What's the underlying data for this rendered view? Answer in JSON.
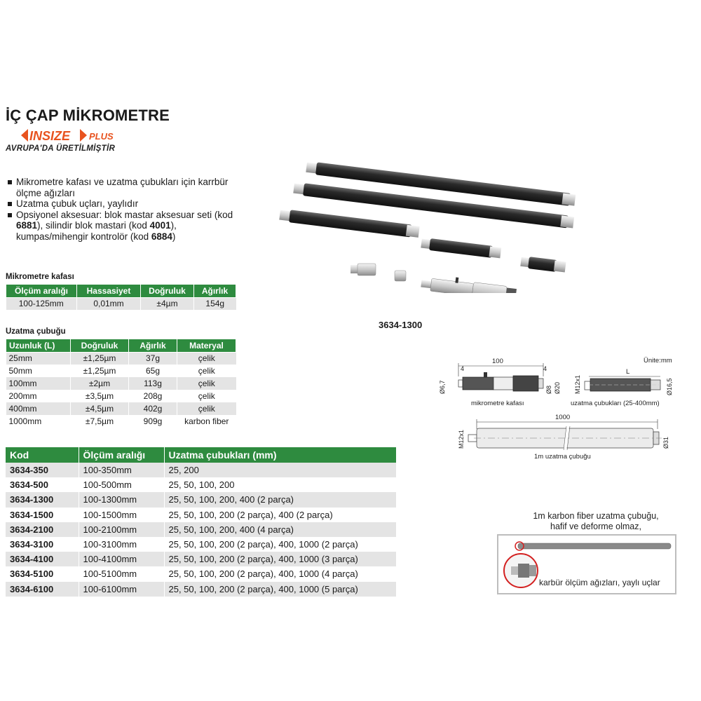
{
  "header": {
    "title": "İÇ ÇAP MİKROMETRE",
    "brand": "INSIZE",
    "brand_suffix": "PLUS",
    "made_in": "AVRUPA'DA ÜRETİLMİŞTİR"
  },
  "features": [
    "Mikrometre kafası ve uzatma çubukları için karrbür ölçme ağızları",
    "Uzatma çubuk uçları, yaylıdır",
    "Opsiyonel aksesuar: blok mastar aksesuar seti (kod 6881), silindir blok mastari (kod 4001), kumpas/mihengir kontrolör (kod 6884)"
  ],
  "micrometer_head": {
    "label": "Mikrometre kafası",
    "headers": [
      "Ölçüm aralığı",
      "Hassasiyet",
      "Doğruluk",
      "Ağırlık"
    ],
    "rows": [
      [
        "100-125mm",
        "0,01mm",
        "±4µm",
        "154g"
      ]
    ]
  },
  "extension_rod": {
    "label": "Uzatma çubuğu",
    "headers": [
      "Uzunluk (L)",
      "Doğruluk",
      "Ağırlık",
      "Materyal"
    ],
    "rows": [
      [
        "25mm",
        "±1,25µm",
        "37g",
        "çelik"
      ],
      [
        "50mm",
        "±1,25µm",
        "65g",
        "çelik"
      ],
      [
        "100mm",
        "±2µm",
        "113g",
        "çelik"
      ],
      [
        "200mm",
        "±3,5µm",
        "208g",
        "çelik"
      ],
      [
        "400mm",
        "±4,5µm",
        "402g",
        "çelik"
      ],
      [
        "1000mm",
        "±7,5µm",
        "909g",
        "karbon fiber"
      ]
    ]
  },
  "codes": {
    "headers": [
      "Kod",
      "Ölçüm aralığı",
      "Uzatma çubukları (mm)"
    ],
    "rows": [
      [
        "3634-350",
        "100-350mm",
        "25, 200"
      ],
      [
        "3634-500",
        "100-500mm",
        "25, 50, 100, 200"
      ],
      [
        "3634-1300",
        "100-1300mm",
        "25, 50, 100, 200, 400 (2 parça)"
      ],
      [
        "3634-1500",
        "100-1500mm",
        "25, 50, 100, 200 (2 parça), 400 (2 parça)"
      ],
      [
        "3634-2100",
        "100-2100mm",
        "25, 50, 100, 200, 400 (4 parça)"
      ],
      [
        "3634-3100",
        "100-3100mm",
        "25, 50, 100, 200 (2 parça), 400, 1000 (2 parça)"
      ],
      [
        "3634-4100",
        "100-4100mm",
        "25, 50, 100, 200 (2 parça), 400, 1000 (3 parça)"
      ],
      [
        "3634-5100",
        "100-5100mm",
        "25, 50, 100, 200 (2 parça), 400, 1000 (4 parça)"
      ],
      [
        "3634-6100",
        "100-6100mm",
        "25, 50, 100, 200 (2 parça), 400, 1000 (5 parça)"
      ]
    ]
  },
  "product": {
    "model": "3634-1300"
  },
  "drawings": {
    "unit": "Ünite:mm",
    "head_length": "100",
    "head_offset_left": "4",
    "head_offset_right": "4",
    "dia_67": "Ø6,7",
    "dia_8": "Ø8",
    "dia_20": "Ø20",
    "head_caption": "mikrometre kafası",
    "rod_length": "L",
    "thread": "M12x1",
    "dia_165": "Ø16,5",
    "rod_caption": "uzatma çubukları (25-400mm)",
    "long_length": "1000",
    "long_thread": "M12x1",
    "dia_31": "Ø31",
    "long_caption": "1m uzatma çubuğu"
  },
  "fiber": {
    "caption_line1": "1m karbon fiber uzatma çubuğu,",
    "caption_line2": "hafif ve deforme olmaz,",
    "label": "karbür ölçüm ağızları, yaylı uçlar"
  },
  "colors": {
    "green": "#2e8b3f",
    "row_gray": "#e4e4e4",
    "brand_orange": "#e8531f"
  }
}
